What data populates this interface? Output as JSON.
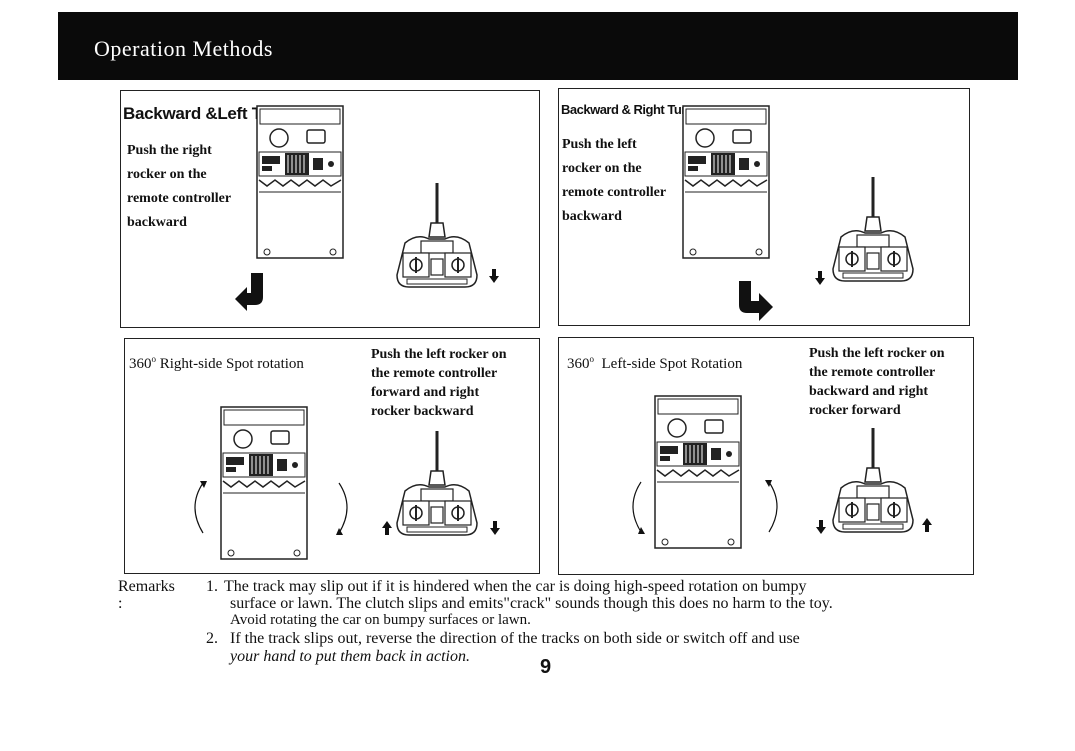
{
  "header": {
    "title": "Operation Methods",
    "bg_color": "#0a0a0a"
  },
  "panels": [
    {
      "title": "Backward &Left Turn",
      "lines": [
        "Push the right",
        "rocker on the",
        "remote controller",
        "backward"
      ]
    },
    {
      "title": "Backward & Right Turn",
      "lines": [
        "Push the left",
        "rocker on the",
        "remote controller",
        "backward"
      ]
    },
    {
      "degree": "360",
      "degree_mark": "o",
      "title": "Right-side Spot rotation",
      "lines": [
        "Push the left rocker on",
        "the remote controller",
        "forward and right",
        "rocker backward"
      ]
    },
    {
      "degree": "360",
      "degree_mark": "o",
      "title": "Left-side Spot Rotation",
      "lines": [
        "Push the left rocker on",
        "the remote controller",
        "backward and right",
        "rocker forward"
      ]
    }
  ],
  "remarks": {
    "label": "Remarks :",
    "items": [
      {
        "num": "1.",
        "lines": [
          "The track may slip out if it is hindered when the car is doing high-speed rotation on bumpy",
          "surface or lawn. The clutch slips and emits\"crack\" sounds though this does no harm to the toy.",
          "Avoid rotating the car on bumpy surfaces or lawn."
        ]
      },
      {
        "num": "2.",
        "lines": [
          "If the track slips out, reverse the direction of the tracks on both side or switch off and use",
          "your hand to put them back in action."
        ]
      }
    ]
  },
  "page_number": "9"
}
